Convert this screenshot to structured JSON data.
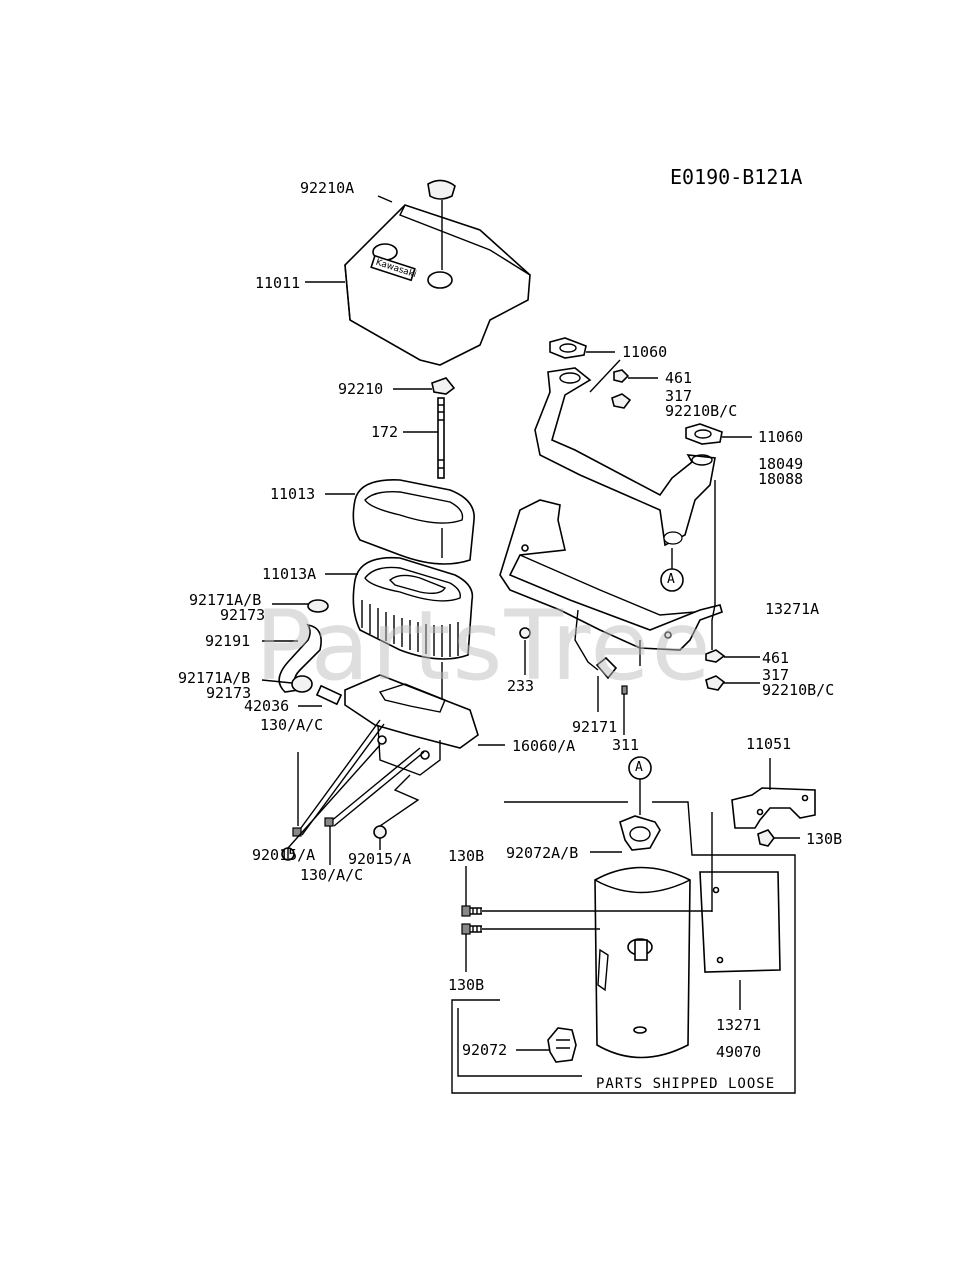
{
  "diagram_code": "E0190-B121A",
  "watermark": "PartsTree",
  "callout_letter": "A",
  "box_note": "PARTS SHIPPED LOOSE",
  "brand_on_cover": "Kawasaki",
  "labels": {
    "l92210A": "92210A",
    "l11011": "11011",
    "l92210": "92210",
    "l172": "172",
    "l11013": "11013",
    "l11013A": "11013A",
    "l92171AB_1": "92171A/B",
    "l92173_1": "92173",
    "l92191": "92191",
    "l92171AB_2": "92171A/B",
    "l92173_2": "92173",
    "l42036": "42036",
    "l130AC_1": "130/A/C",
    "l16060A": "16060/A",
    "l92015A_1": "92015/A",
    "l92015A_2": "92015/A",
    "l130AC_2": "130/A/C",
    "l11060_1": "11060",
    "l461_1": "461",
    "l317_1": "317",
    "l92210BC_1": "92210B/C",
    "l11060_2": "11060",
    "l18049": "18049",
    "l18088": "18088",
    "l13271A": "13271A",
    "l461_2": "461",
    "l317_2": "317",
    "l92210BC_2": "92210B/C",
    "l233": "233",
    "l92171": "92171",
    "l311": "311",
    "l11051": "11051",
    "l130B_1": "130B",
    "l92072AB": "92072A/B",
    "l130B_2": "130B",
    "l130B_3": "130B",
    "l13271": "13271",
    "l49070": "49070",
    "l92072": "92072"
  }
}
